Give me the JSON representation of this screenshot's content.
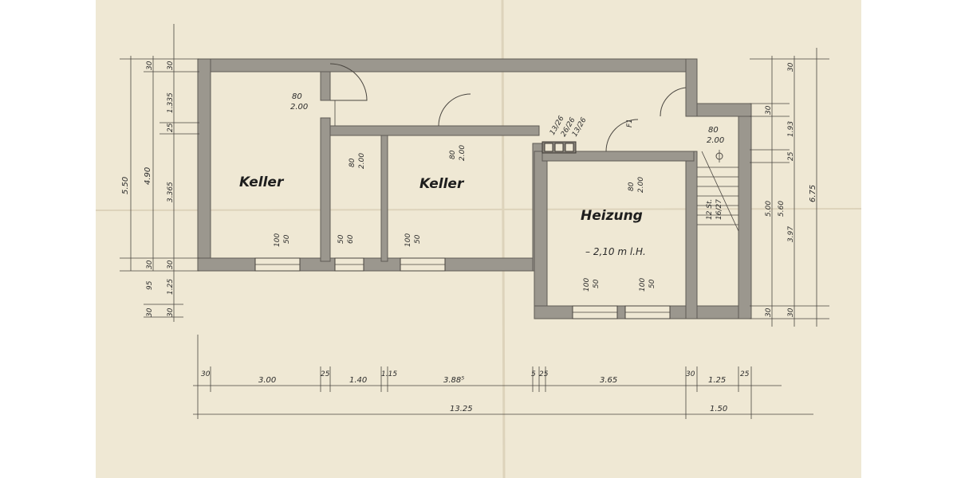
{
  "rooms": {
    "keller_left": "Keller",
    "keller_mid": "Keller",
    "heizung": "Heizung",
    "heizung_height": "– 2,10 m l.H."
  },
  "openings": {
    "door_left_a": "80",
    "door_left_b": "2.00",
    "door_small_a": "80",
    "door_small_b": "2.00",
    "door_mid_a": "80",
    "door_mid_b": "2.00",
    "door_heiz_a": "80",
    "door_heiz_b": "2.00",
    "door_heiz_mark": "F1",
    "door_stair_a": "80",
    "door_stair_b": "2.00",
    "win_left_a": "100",
    "win_left_b": "50",
    "win_small_a": "50",
    "win_small_b": "60",
    "win_mid_a": "100",
    "win_mid_b": "50",
    "win_heiz1_a": "100",
    "win_heiz1_b": "50",
    "win_heiz2_a": "100",
    "win_heiz2_b": "50",
    "flue1": "13/26",
    "flue2": "26/26",
    "flue3": "13/26",
    "stair_a": "12 St.",
    "stair_b": "16/27"
  },
  "dims_left": {
    "total": "5.50",
    "inner": "4.90",
    "top_wall": "30",
    "top_wall2": "30",
    "seg1": "1.335",
    "seg_wall": "25",
    "seg2": "3.365",
    "bot_wall": "30",
    "bot_wall2": "30",
    "lower_a": "95",
    "lower_b": "1.25",
    "lower_wall": "30",
    "lower_wall2": "30"
  },
  "dims_right": {
    "total": "6.75",
    "top_wall": "30",
    "seg1": "1.93",
    "seg_wall": "25",
    "seg2": "3.97",
    "a": "5.00",
    "b": "5.60",
    "top_wall2": "30",
    "bot_wall": "30",
    "bot_wall2": "30"
  },
  "dims_bottom": {
    "d1": "30",
    "d2": "3.00",
    "d3": "25",
    "d4": "1.40",
    "d5": "1.15",
    "d6": "3.88⁵",
    "d7": "5",
    "d8": "25",
    "d9": "3.65",
    "d10": "30",
    "d11": "1.25",
    "d12": "25",
    "total_a": "13.25",
    "total_b": "1.50"
  }
}
